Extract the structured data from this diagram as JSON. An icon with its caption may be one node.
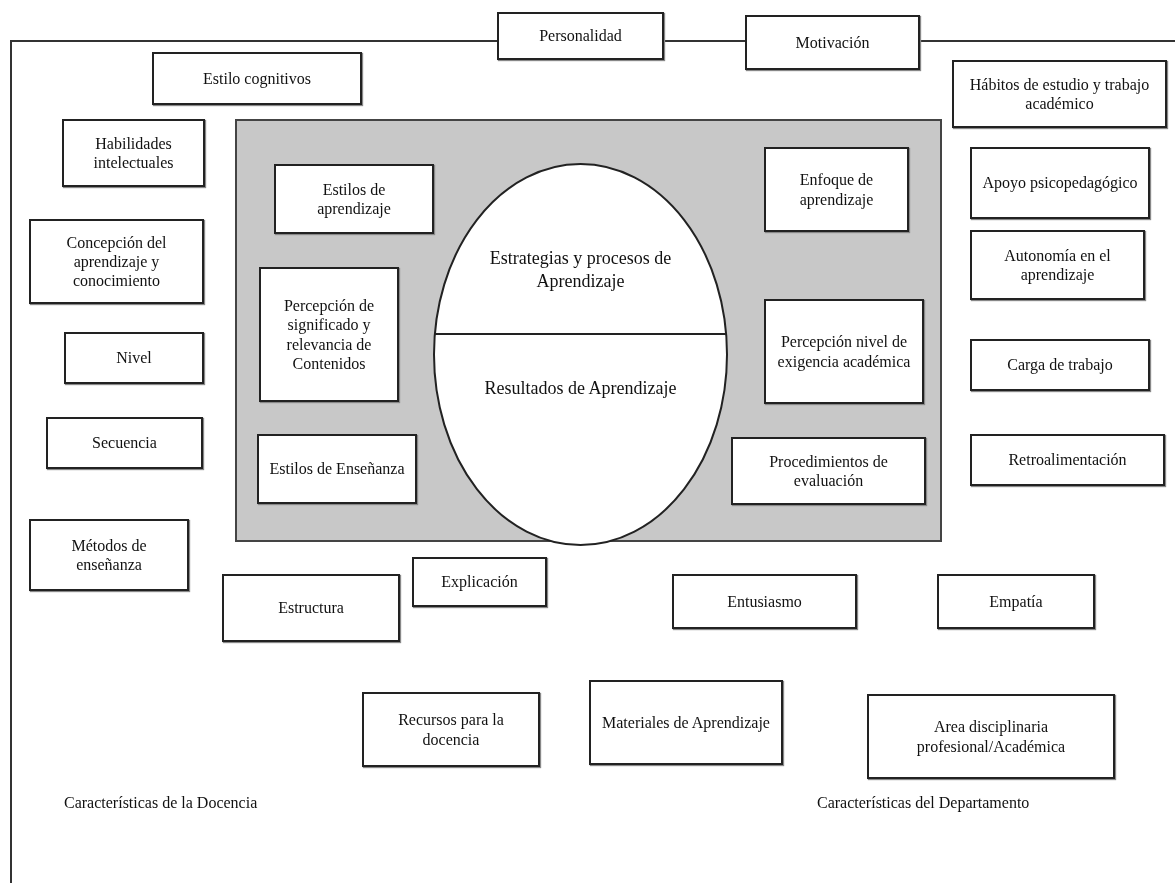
{
  "diagram": {
    "nodes": [
      {
        "text": [
          "Características de la Docencia",
          "Características del Departamento"
        ]
      },
      {
        "text": [
          "Personalidad"
        ]
      },
      {
        "text": [
          "Motivación"
        ]
      },
      {
        "text": [
          "Estilo cognitivos"
        ],
        "in": 0
      },
      {
        "text": [
          "Hábitos de estudio y trabajo académico"
        ],
        "in": 0
      },
      {
        "text": [
          "Habilidades intelectuales"
        ],
        "in": 0
      },
      {
        "text": [],
        "shape": "box",
        "in": 0
      },
      {
        "text": [
          "Estilos de aprendizaje"
        ],
        "in": 6
      },
      {
        "text": [
          "Estrategias y procesos de Aprendizaje",
          "Resultados de Aprendizaje"
        ],
        "in": 6
      },
      {
        "text": [
          "Enfoque de aprendizaje"
        ],
        "in": 6
      },
      {
        "text": [
          "Apoyo psicopedagógico"
        ],
        "in": 0
      },
      {
        "text": [
          "Concepción del aprendizaje y conocimiento"
        ],
        "in": 0
      },
      {
        "text": [
          "Percepción de significado y relevancia de Contenidos"
        ],
        "in": 6
      },
      {
        "text": [
          "Autonomía en el aprendizaje"
        ],
        "in": 0
      },
      {
        "text": [
          "Percepción nivel de exigencia académica"
        ],
        "in": 6
      },
      {
        "text": [
          "Nivel"
        ],
        "in": 0
      },
      {
        "text": [
          "Carga de trabajo"
        ],
        "in": 0
      },
      {
        "text": [
          "Secuencia"
        ],
        "in": 0
      },
      {
        "text": [
          "Estilos de Enseñanza"
        ],
        "in": 6
      },
      {
        "text": [
          "Procedimientos de evaluación"
        ],
        "in": 6
      },
      {
        "text": [
          "Retroalimentación"
        ],
        "in": 0
      },
      {
        "text": [
          "Métodos de enseñanza"
        ],
        "in": 0
      },
      {
        "text": [
          "Explicación"
        ],
        "in": 0
      },
      {
        "text": [
          "Estructura"
        ],
        "in": 0
      },
      {
        "text": [
          "Entusiasmo"
        ],
        "in": 0
      },
      {
        "text": [
          "Empatía"
        ],
        "in": 0
      },
      {
        "text": [
          "Materiales de Aprendizaje"
        ],
        "in": 0
      },
      {
        "text": [
          "Recursos para la docencia"
        ],
        "in": 0
      },
      {
        "text": [
          "Area disciplinaria profesional/Académica"
        ],
        "in": 0
      }
    ]
  }
}
